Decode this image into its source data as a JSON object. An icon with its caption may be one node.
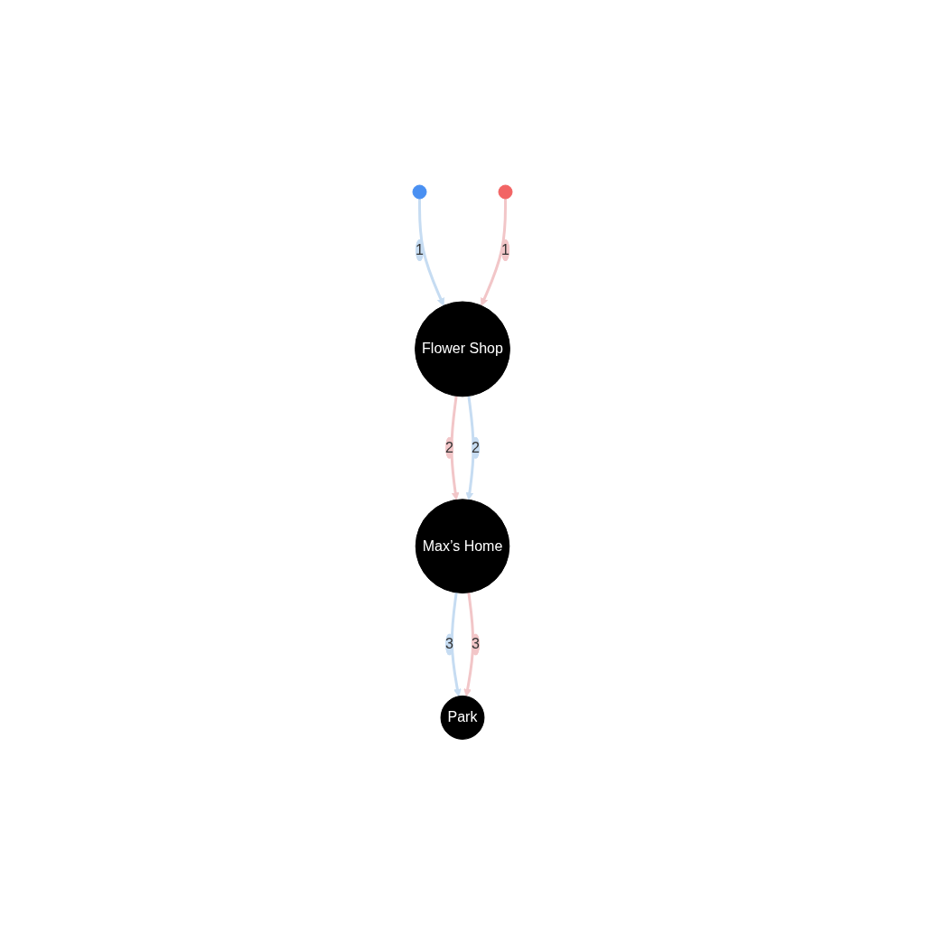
{
  "diagram": {
    "nodes": [
      {
        "text": [
          "Max’s Home"
        ]
      },
      {
        "text": [
          "Park"
        ]
      },
      {
        "text": [
          "Flower Shop"
        ]
      },
      {
        "text": [],
        "shape": "circle"
      },
      {
        "text": [],
        "shape": "circle"
      }
    ],
    "edges": [
      {
        "from": 3,
        "to": 2,
        "arrow": "to",
        "label": "1",
        "color": "#c6dcf2"
      },
      {
        "from": 4,
        "to": 2,
        "arrow": "to",
        "label": "1",
        "color": "#f2c6c8"
      },
      {
        "from": 2,
        "to": 0,
        "arrow": "to",
        "label": "2",
        "color": "#f2c6c8"
      },
      {
        "from": 2,
        "to": 0,
        "arrow": "to",
        "label": "2",
        "color": "#c6dcf2"
      },
      {
        "from": 0,
        "to": 1,
        "arrow": "to",
        "label": "3",
        "color": "#c6dcf2"
      },
      {
        "from": 0,
        "to": 1,
        "arrow": "to",
        "label": "3",
        "color": "#f2c6c8"
      }
    ]
  }
}
